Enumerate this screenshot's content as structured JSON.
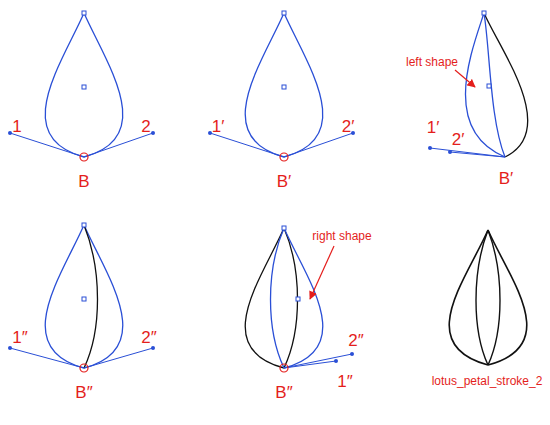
{
  "diagram": {
    "labels": [
      "1",
      "2",
      "B",
      "1′",
      "2′",
      "B′",
      "left shape",
      "1′",
      "2′",
      "B′",
      "1″",
      "2″",
      "B″",
      "right shape",
      "2″",
      "1″",
      "B″",
      "lotus_petal_stroke_2"
    ]
  }
}
